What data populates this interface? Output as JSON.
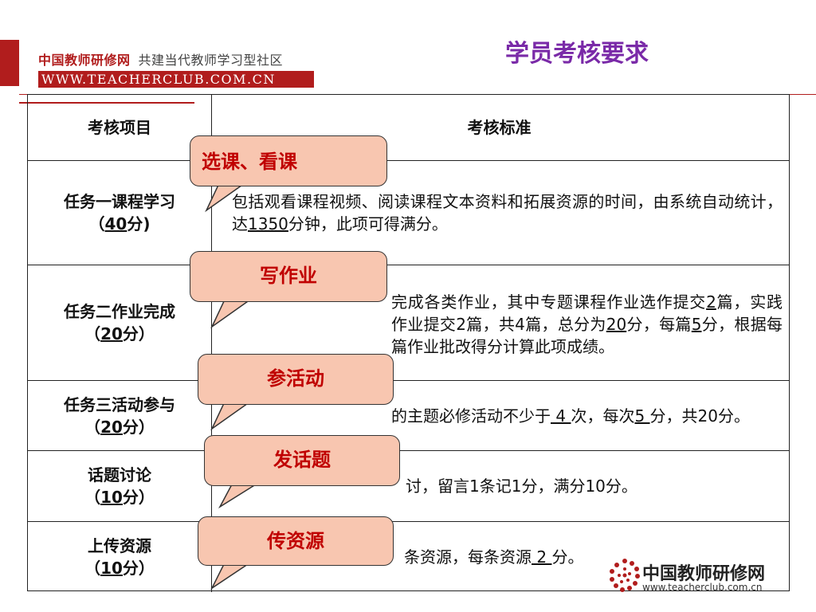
{
  "header": {
    "brand_cn": "中国教师研修网",
    "brand_slogan": "共建当代教师学习型社区",
    "brand_url": "WWW.TEACHERCLUB.COM.CN",
    "slide_title": "学员考核要求"
  },
  "table": {
    "col_headers": [
      "考核项目",
      "考核标准"
    ],
    "rows": [
      {
        "item_name": "任务一课程学习",
        "item_score_prefix": "（",
        "item_score": "40",
        "item_score_suffix": "分)",
        "criteria": [
          "包括观看课程视频、阅读课程文本资料和拓展资源的时间，由系统自动统计，达",
          "1350",
          "分钟，此项可得满分。"
        ]
      },
      {
        "item_name": "任务二作业完成",
        "item_score_prefix": "（",
        "item_score": "20",
        "item_score_suffix": "分）",
        "criteria": [
          "完成各类作业，其中专题课程作业选作提交",
          "2",
          "篇，实践作业提交2篇，共4篇，总分为",
          "20",
          "分，每篇",
          "5",
          "分，根据每篇作业批改得分计算此项成绩。"
        ]
      },
      {
        "item_name": "任务三活动参与",
        "item_score_prefix": "（",
        "item_score": "20",
        "item_score_suffix": "分）",
        "criteria": [
          "的主题必修活动不少于",
          " 4 ",
          "次，每次",
          "5 ",
          "分，共20分。"
        ]
      },
      {
        "item_name": "话题讨论",
        "item_score_prefix": "（",
        "item_score": "10",
        "item_score_suffix": "分）",
        "criteria": [
          "讨，留言1条记1分，满分10分。"
        ]
      },
      {
        "item_name": "上传资源",
        "item_score_prefix": "（",
        "item_score": "10",
        "item_score_suffix": "分）",
        "criteria": [
          "条资源，每条资源",
          " 2 ",
          "分。"
        ]
      }
    ]
  },
  "callouts": [
    "选课、看课",
    "写作业",
    "参活动",
    "发话题",
    "传资源"
  ],
  "footer": {
    "logo_name": "中国教师研修网",
    "logo_url": "www.teacherclub.com.cn"
  },
  "colors": {
    "brand_red": "#b11d1d",
    "title_purple": "#7a2aa8",
    "callout_fill": "#f8c6b0",
    "callout_text": "#c00000"
  }
}
